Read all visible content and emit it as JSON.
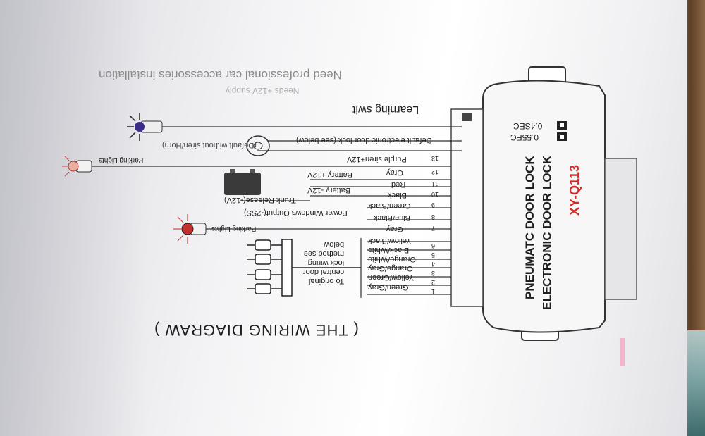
{
  "module": {
    "model": "XY-Q113",
    "title_line1": "ELECTRONIC DOOR LOCK",
    "title_line2": "PNEUMATC DOOR LOCK",
    "timer_a": "0.4SEC",
    "timer_b": "0.55EC"
  },
  "notes": {
    "faded_top": "Need professional car accessories installation",
    "faded_mid": "Needs +12V supply",
    "learning_switch": "Learning swit",
    "default_lock": "Default electronic door lock (see below)",
    "siren_note": "(Default without siren/Horn)",
    "diagram_title": "( THE WIRING DIAGRAW )"
  },
  "wires": [
    {
      "num": "13",
      "label": "Purple siren+12V"
    },
    {
      "num": "12",
      "label": "Gray"
    },
    {
      "num": "11",
      "label": "Red"
    },
    {
      "num": "10",
      "label": "Black"
    },
    {
      "num": "9",
      "label": "Green/Black"
    },
    {
      "num": "8",
      "label": "Blue/Black"
    },
    {
      "num": "7",
      "label": "Gray"
    },
    {
      "num": "6",
      "label": "Yellow/Black"
    },
    {
      "num": "5",
      "label": "Black/White"
    },
    {
      "num": "4",
      "label": "Orange/White"
    },
    {
      "num": "3",
      "label": "Orange/Gray"
    },
    {
      "num": "2",
      "label": "Yellow/Green"
    },
    {
      "num": "1",
      "label": "Green/Gray"
    }
  ],
  "outputs": {
    "parking_lights_top": "Parking Lights",
    "battery_plus": "Battery +12V",
    "battery_minus": "Battery -12V",
    "trunk": "Trunk Release(-12V)",
    "power_windows": "Power Windows Output(-2SS)",
    "parking_lights_bottom": "Parking Lights",
    "central_lock_note": [
      "To original",
      "central door",
      "lock wiring",
      "method see",
      "below"
    ]
  },
  "colors": {
    "model_red": "#d42a2a",
    "ink": "#1e1e1e",
    "led_blue": "#3a2c8a",
    "led_red": "#c43030"
  }
}
